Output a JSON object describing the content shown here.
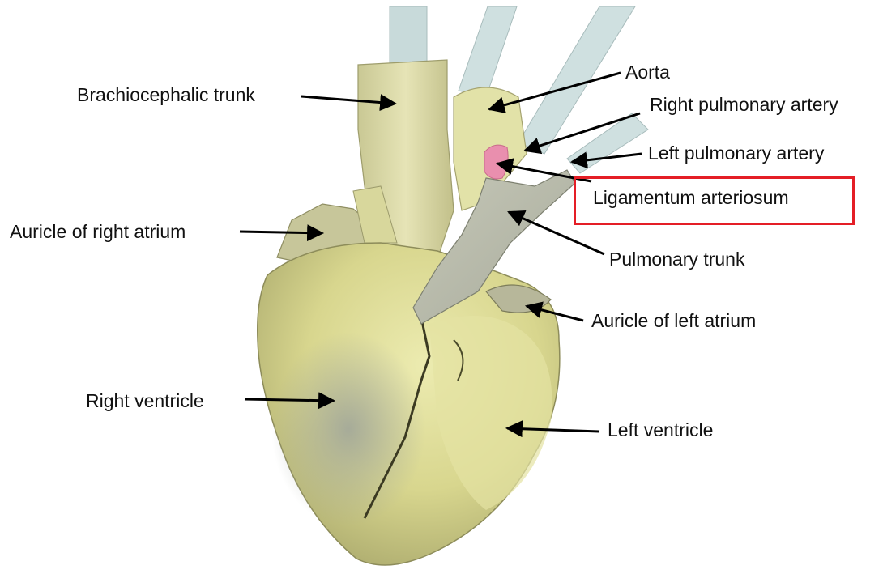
{
  "labels": {
    "brachiocephalic_trunk": "Brachiocephalic trunk",
    "aorta": "Aorta",
    "right_pulmonary_artery": "Right pulmonary artery",
    "left_pulmonary_artery": "Left pulmonary artery",
    "ligamentum_arteriosum": "Ligamentum arteriosum",
    "auricle_right_atrium": "Auricle of right atrium",
    "pulmonary_trunk": "Pulmonary trunk",
    "auricle_left_atrium": "Auricle of left atrium",
    "right_ventricle": "Right ventricle",
    "left_ventricle": "Left ventricle"
  },
  "highlighted_label": "Ligamentum arteriosum",
  "colors": {
    "highlight_box": "#e41e26",
    "heart_tissue": "#d7d78a",
    "vessel_tissue": "#d9d9a2",
    "ligament": "#e98fae",
    "tubing": "#c9dcdc",
    "arrow": "#000000"
  }
}
